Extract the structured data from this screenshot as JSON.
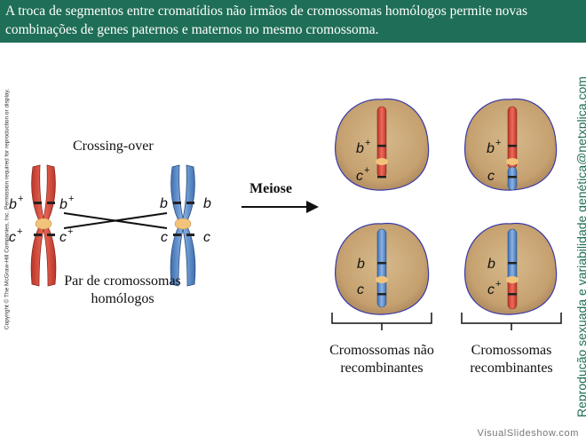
{
  "banner": {
    "line1": "A troca de segmentos entre cromatídios não irmãos de cromossomas homólogos permite novas",
    "line2": "combinações de genes paternos e maternos no mesmo cromossoma."
  },
  "labels": {
    "crossing_over": "Crossing-over",
    "pair_line1": "Par de cromossomas",
    "pair_line2": "homólogos",
    "meiose": "Meiose",
    "non_rec_line1": "Cromossomas não",
    "non_rec_line2": "recombinantes",
    "rec_line1": "Cromossomas",
    "rec_line2": "recombinantes"
  },
  "alleles": {
    "b": "b",
    "c": "c",
    "plus": "+"
  },
  "copyright": "Copyright © The McGraw-Hill Companies, Inc. Permission required for reproduction or display.",
  "side_title": "Reprodução sexuada e variabilidade genética@netxplica.com",
  "footer": "VisualSlideshow.com",
  "colors": {
    "banner": "#1f6e57",
    "maternal": "#e04a3c",
    "paternal": "#5a8fd0",
    "cell": "#c9a878",
    "cell_border": "#3a3aa8",
    "centromere": "#f2c37a"
  }
}
